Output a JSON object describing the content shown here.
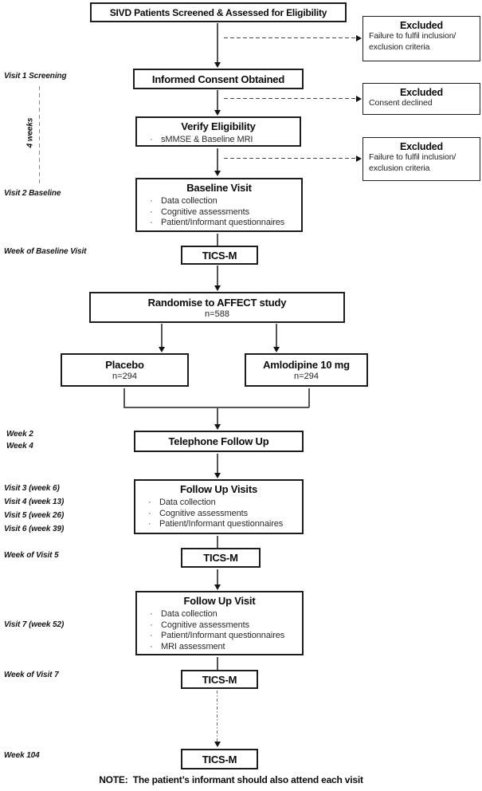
{
  "note": "NOTE:  The patient’s informant should also attend each visit",
  "side_labels": {
    "visit1": "Visit 1 Screening",
    "interval": "4 weeks",
    "visit2": "Visit 2 Baseline",
    "week_of_baseline": "Week of Baseline Visit",
    "week2": "Week 2",
    "week4": "Week 4",
    "visit3": "Visit 3 (week 6)",
    "visit4": "Visit 4 (week 13)",
    "visit5": "Visit 5 (week 26)",
    "visit6": "Visit 6 (week 39)",
    "week_of_visit5": "Week of Visit 5",
    "visit7": "Visit 7 (week 52)",
    "week_of_visit7": "Week of Visit 7",
    "week104": "Week 104"
  },
  "nodes": {
    "screened": {
      "title": "SIVD Patients Screened & Assessed for Eligibility"
    },
    "excluded_screening": {
      "title": "Excluded",
      "body": "Failure to fulfil inclusion/\nexclusion  criteria"
    },
    "informed_consent": {
      "title": "Informed Consent Obtained"
    },
    "excluded_consent": {
      "title": "Excluded",
      "body": "Consent  declined"
    },
    "verify_eligibility": {
      "title": "Verify Eligibility",
      "items": [
        "sMMSE  & Baseline  MRI"
      ]
    },
    "excluded_eligibility": {
      "title": "Excluded",
      "body": "Failure to fulfil inclusion/\nexclusion  criteria"
    },
    "baseline_visit": {
      "title": "Baseline Visit",
      "items": [
        "Data  collection",
        "Cognitive  assessments",
        "Patient/Informant  questionnaires"
      ]
    },
    "tics_baseline": {
      "title": "TICS-M"
    },
    "randomise": {
      "title": "Randomise to AFFECT study",
      "subtitle": "n=588"
    },
    "placebo": {
      "title": "Placebo",
      "subtitle": "n=294"
    },
    "amlodipine": {
      "title": "Amlodipine 10 mg",
      "subtitle": "n=294"
    },
    "telephone": {
      "title": "Telephone Follow Up"
    },
    "followup_visits": {
      "title": "Follow Up Visits",
      "items": [
        "Data  collection",
        "Cognitive  assessments",
        "Patient/Informant  questionnaires"
      ]
    },
    "tics_visit5": {
      "title": "TICS-M"
    },
    "followup_visit7": {
      "title": "Follow Up Visit",
      "items": [
        "Data  collection",
        "Cognitive  assessments",
        "Patient/Informant  questionnaires",
        "MRI  assessment"
      ]
    },
    "tics_visit7": {
      "title": "TICS-M"
    },
    "tics_week104": {
      "title": "TICS-M"
    }
  },
  "colors": {
    "box_border": "#1d1d1d",
    "line": "#555555",
    "text": "#111111",
    "background": "#ffffff"
  }
}
